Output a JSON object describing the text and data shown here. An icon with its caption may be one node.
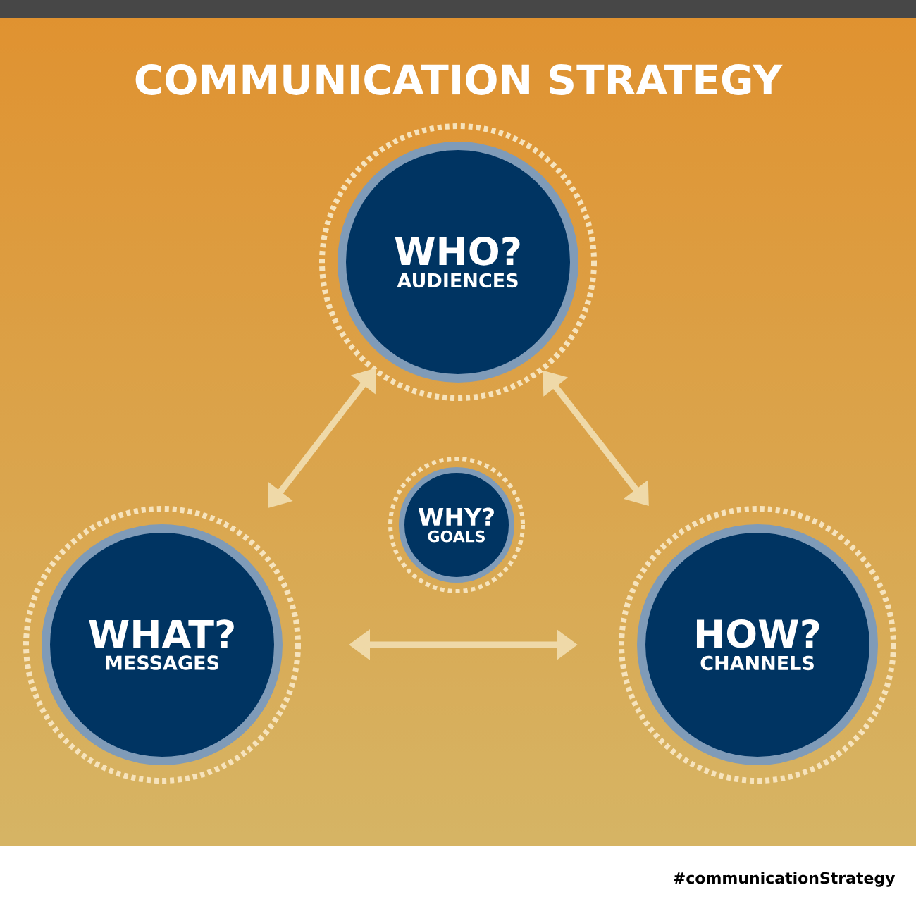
{
  "diagram": {
    "title": "COMMUNICATION STRATEGY",
    "nodes": [
      {
        "text": [
          "WHO?",
          "AUDIENCES"
        ]
      },
      {
        "text": [
          "WHY?",
          "GOALS"
        ]
      },
      {
        "text": [
          "WHAT?",
          "MESSAGES"
        ]
      },
      {
        "text": [
          "HOW?",
          "CHANNELS"
        ]
      }
    ],
    "edges": [
      {
        "from": 2,
        "to": 0,
        "arrow": "both"
      },
      {
        "from": 0,
        "to": 3,
        "arrow": "both"
      },
      {
        "from": 2,
        "to": 3,
        "arrow": "both"
      }
    ],
    "labels": [
      "#communicationStrategy"
    ]
  }
}
